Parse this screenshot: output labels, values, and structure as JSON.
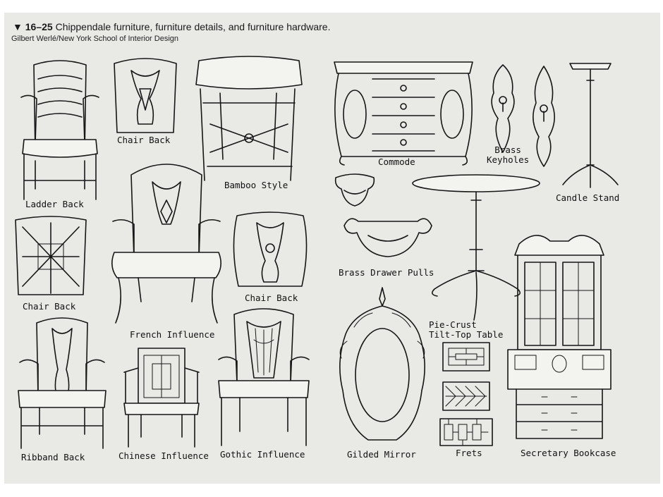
{
  "caption": {
    "marker": "▼",
    "figure_number": "16–25",
    "title": "Chippendale furniture, furniture details, and furniture hardware.",
    "credit": "Gilbert Werlé/New York School of Interior Design"
  },
  "labels": {
    "ladder_back": "Ladder Back",
    "chair_back_top": "Chair Back",
    "bamboo_style": "Bamboo Style",
    "commode": "Commode",
    "brass_keyholes_line1": "Brass",
    "brass_keyholes_line2": "Keyholes",
    "candle_stand": "Candle Stand",
    "chair_back_left": "Chair Back",
    "french_influence": "French Influence",
    "chair_back_mid": "Chair Back",
    "brass_drawer_pulls": "Brass Drawer Pulls",
    "pie_crust_line1": "Pie-Crust",
    "pie_crust_line2": "Tilt-Top Table",
    "ribband_back": "Ribband Back",
    "chinese_influence": "Chinese Influence",
    "gothic_influence": "Gothic Influence",
    "gilded_mirror": "Gilded Mirror",
    "frets": "Frets",
    "secretary_bookcase": "Secretary Bookcase"
  }
}
